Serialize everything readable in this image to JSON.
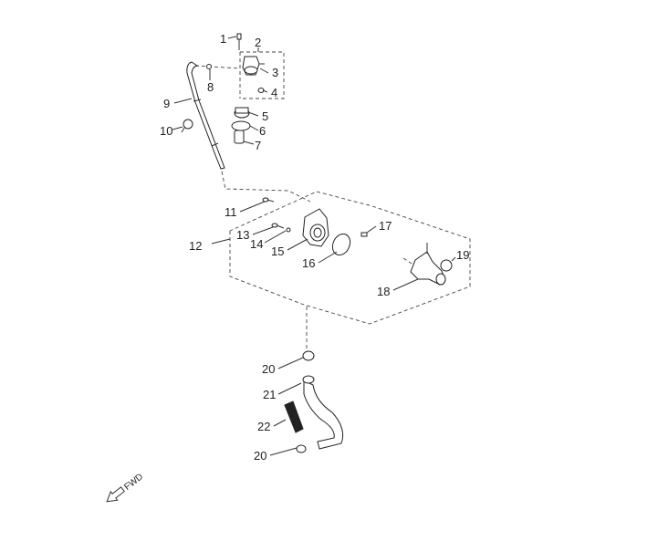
{
  "labels": {
    "1": "1",
    "2": "2",
    "3": "3",
    "4": "4",
    "5": "5",
    "6": "6",
    "7": "7",
    "8": "8",
    "9": "9",
    "10": "10",
    "11": "11",
    "12": "12",
    "13": "13",
    "14": "14",
    "15": "15",
    "16": "16",
    "17": "17",
    "18": "18",
    "19": "19",
    "20a": "20",
    "20b": "20",
    "21": "21",
    "22": "22"
  },
  "direction": {
    "label": "FWD"
  }
}
